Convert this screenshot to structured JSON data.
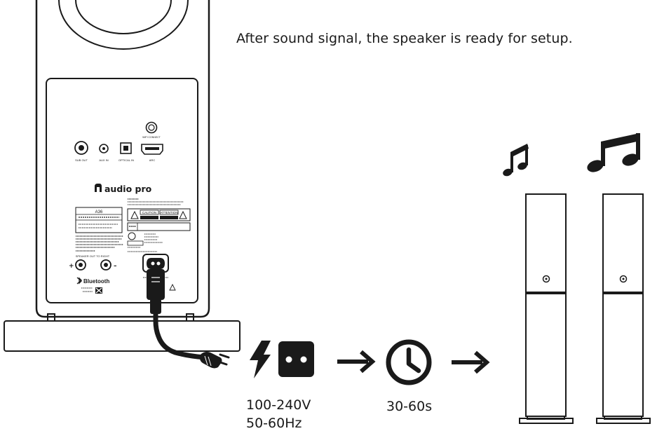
{
  "caption": "After sound signal, the speaker is ready for setup.",
  "power": {
    "voltage": "100-240V",
    "frequency": "50-60Hz"
  },
  "wait_time": "30-60s",
  "panel": {
    "brand": "audio pro",
    "model": "A36",
    "ports": {
      "sub_out": "SUB OUT",
      "aux_in": "AUX IN",
      "optical_in": "OPTICAL IN",
      "arc": "ARC",
      "wifi_connect": "WIFI CONNECT"
    },
    "speaker_out_label": "SPEAKER OUT TO RIGHT",
    "plus": "+",
    "minus": "–",
    "bluetooth": "Bluetooth",
    "caution": "CAUTION",
    "attention": "ATTENTION"
  }
}
